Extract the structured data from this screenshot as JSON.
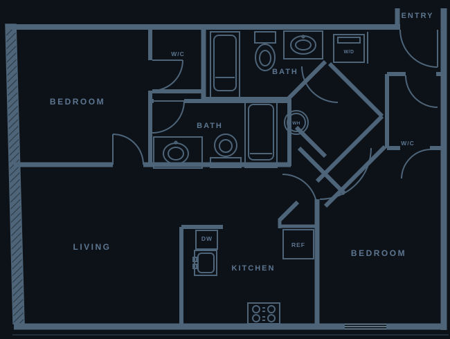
{
  "title": "apartment floor plan",
  "colors": {
    "background": "#0d1219",
    "wall": "#4e6579",
    "wall_bright": "#7b92a5",
    "text": "#5d7690"
  },
  "labels": {
    "bedroom1": "BEDROOM",
    "closet1": "W/C",
    "bath1": "BATH",
    "entry": "ENTRY",
    "washer_dryer": "W/D",
    "water_heater": "WH",
    "bath2": "BATH",
    "closet2": "W/C",
    "living": "LIVING",
    "dishwasher": "DW",
    "kitchen": "KITCHEN",
    "refrigerator": "REF",
    "bedroom2": "BEDROOM"
  }
}
